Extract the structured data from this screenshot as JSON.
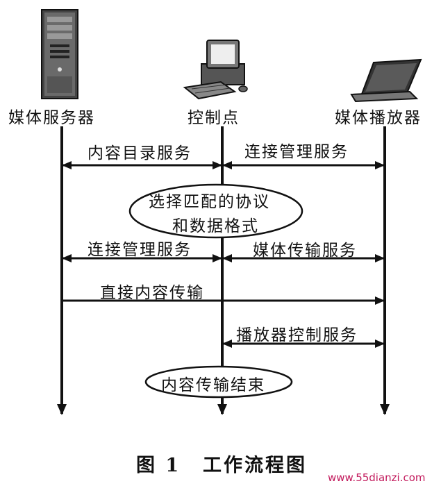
{
  "participants": [
    {
      "id": "server",
      "label": "媒体服务器",
      "icon": "server-tower-icon"
    },
    {
      "id": "control",
      "label": "控制点",
      "icon": "desktop-computer-icon"
    },
    {
      "id": "player",
      "label": "媒体播放器",
      "icon": "laptop-icon"
    }
  ],
  "messages": {
    "content_directory": "内容目录服务",
    "connection_manager_right": "连接管理服务",
    "connection_manager_left": "连接管理服务",
    "av_transport": "媒体传输服务",
    "direct_transfer": "直接内容传输",
    "player_control": "播放器控制服务"
  },
  "notes": {
    "protocol_line1": "选择匹配的协议",
    "protocol_line2": "和数据格式",
    "transfer_end": "内容传输结束"
  },
  "caption": {
    "number": "图 1",
    "title": "工作流程图"
  },
  "watermark": {
    "url": "www.55dianzi.com"
  }
}
